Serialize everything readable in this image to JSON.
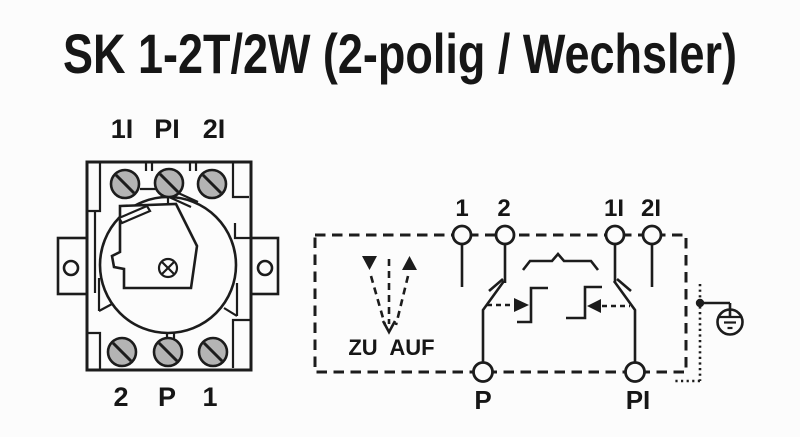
{
  "title": "SK 1-2T/2W (2-polig / Wechsler)",
  "front_view": {
    "top_terminals": [
      "1I",
      "PI",
      "2I"
    ],
    "bottom_terminals": [
      "2",
      "P",
      "1"
    ]
  },
  "schematic": {
    "top_terminals": [
      "1",
      "2",
      "1I",
      "2I"
    ],
    "bottom_terminals": [
      "P",
      "PI"
    ],
    "rotation_labels": {
      "close": "ZU",
      "open": "AUF"
    }
  },
  "colors": {
    "ink": "#1c1c1c",
    "background": "#fcfcfc",
    "screw_fill": "#b4b4b4"
  }
}
